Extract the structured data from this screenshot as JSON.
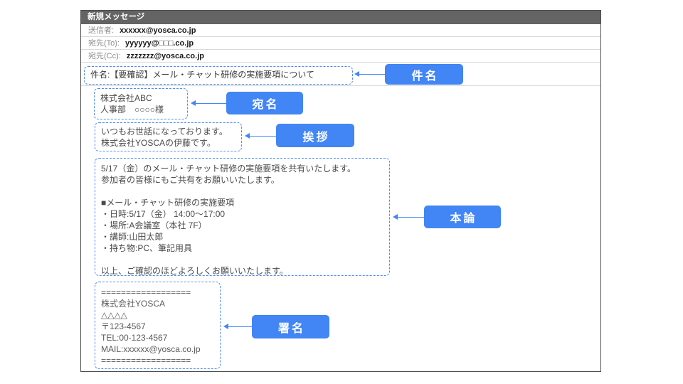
{
  "window": {
    "title": "新規メッセージ",
    "fields": [
      {
        "label": "送信者:",
        "value": "xxxxxx@yosca.co.jp"
      },
      {
        "label": "宛先(To):",
        "value": "yyyyyy@□□□.co.jp"
      },
      {
        "label": "宛先(Cc):",
        "value": "zzzzzzz@yosca.co.jp"
      }
    ],
    "subject": "件名:【要確認】メール・チャット研修の実施要項について"
  },
  "sections": {
    "kenmei": {
      "label": "件名"
    },
    "atena": {
      "label": "宛名",
      "lines": [
        "株式会社ABC",
        "人事部　○○○○様"
      ]
    },
    "aisatsu": {
      "label": "挨拶",
      "lines": [
        "いつもお世話になっております。",
        "株式会社YOSCAの伊藤です。"
      ]
    },
    "honron": {
      "label": "本論",
      "lines": [
        "5/17（金）のメール・チャット研修の実施要項を共有いたします。",
        "参加者の皆様にもご共有をお願いいたします。",
        "",
        "■メール・チャット研修の実施要項",
        "・日時:5/17（金） 14:00～17:00",
        "・場所:A会議室（本社 7F）",
        "・講師:山田太郎",
        "・持ち物:PC、筆記用具",
        "",
        "以上、ご確認のほどよろしくお願いいたします。"
      ]
    },
    "shomei": {
      "label": "署名",
      "lines": [
        "==================",
        "株式会社YOSCA",
        "△△△△",
        "〒123-4567",
        "TEL:00-123-4567",
        "MAIL:xxxxxx@yosca.co.jp",
        "=================="
      ]
    }
  },
  "colors": {
    "accent": "#4285f4",
    "titlebar": "#646464"
  }
}
